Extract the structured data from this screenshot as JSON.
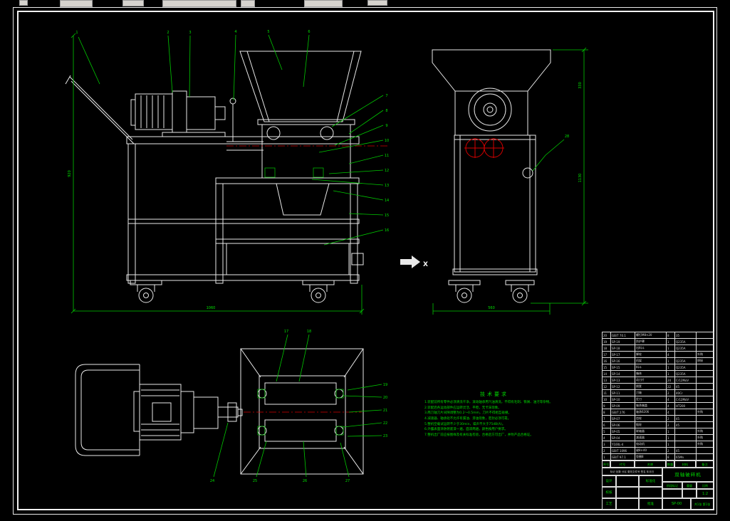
{
  "colors": {
    "line": "#e8e8e8",
    "dimension": "#00c800",
    "centerline": "#d40000",
    "green_text": "#00dc00",
    "background": "#000000"
  },
  "views": {
    "front": {
      "callouts_top": [
        "1",
        "2",
        "3",
        "4",
        "5",
        "6"
      ],
      "callouts_right": [
        "7",
        "8",
        "9",
        "10",
        "11",
        "12",
        "13",
        "14",
        "15",
        "16"
      ],
      "dim_bottom": "1060",
      "dim_left": "920"
    },
    "end": {
      "callout": "28",
      "section_label": "X",
      "dim_bottom": "560",
      "dim_right": "1130",
      "dim_right_upper": "330"
    },
    "plan": {
      "callouts_top": [
        "17",
        "18"
      ],
      "callouts_right": [
        "19",
        "20",
        "21",
        "22",
        "23"
      ],
      "callouts_bottom": [
        "24",
        "25",
        "26",
        "27"
      ]
    }
  },
  "tech_requirements": {
    "title": "技术要求",
    "lines": [
      "1.装配前所有零件必须清洗干净，滚动轴承用汽油清洗，不得有毛刺、铁屑、油污等杂物。",
      "2.装配后各运动部件应运转灵活、平稳，无卡滞现象。",
      "3.两刀轴刀片间隙调整为0.2～0.5mm，刀片不得相互碰撞。",
      "4.减速器、轴承处不允许有漏油、渗油现象，密封必须可靠。",
      "5.整机空载试运转不少于30min，噪声不大于75dB(A)。",
      "6.外露表面涂防锈底漆一遍，面漆两遍，颜色按用户要求。",
      "7.整机出厂前应按图样及有关标准检验，合格后方可出厂，并附产品合格证。"
    ]
  },
  "title_block": {
    "bom_header": [
      "序号",
      "代号",
      "名称",
      "数量",
      "材料",
      "备注"
    ],
    "bom_rows": [
      {
        "seq": "20",
        "code": "GB/T 70.1",
        "name": "螺钉M8×20",
        "qty": "8",
        "mat": "35",
        "note": ""
      },
      {
        "seq": "19",
        "code": "SP-19",
        "name": "防护罩",
        "qty": "1",
        "mat": "Q235A",
        "note": ""
      },
      {
        "seq": "18",
        "code": "SP-18",
        "name": "出料斗",
        "qty": "1",
        "mat": "Q235A",
        "note": ""
      },
      {
        "seq": "17",
        "code": "SP-17",
        "name": "脚轮",
        "qty": "4",
        "mat": "",
        "note": "外购"
      },
      {
        "seq": "16",
        "code": "SP-16",
        "name": "机架",
        "qty": "1",
        "mat": "Q235A",
        "note": "焊接"
      },
      {
        "seq": "15",
        "code": "SP-15",
        "name": "料斗",
        "qty": "1",
        "mat": "Q235A",
        "note": ""
      },
      {
        "seq": "14",
        "code": "SP-14",
        "name": "箱体",
        "qty": "1",
        "mat": "Q235A",
        "note": ""
      },
      {
        "seq": "13",
        "code": "SP-13",
        "name": "动刀片",
        "qty": "24",
        "mat": "Cr12MoV",
        "note": ""
      },
      {
        "seq": "12",
        "code": "SP-12",
        "name": "隔套",
        "qty": "22",
        "mat": "45",
        "note": ""
      },
      {
        "seq": "11",
        "code": "SP-11",
        "name": "刀轴",
        "qty": "2",
        "mat": "40Cr",
        "note": ""
      },
      {
        "seq": "10",
        "code": "SP-10",
        "name": "定刀",
        "qty": "4",
        "mat": "Cr12MoV",
        "note": ""
      },
      {
        "seq": "9",
        "code": "SP-09",
        "name": "轴承端盖",
        "qty": "4",
        "mat": "HT200",
        "note": ""
      },
      {
        "seq": "8",
        "code": "GB/T 276",
        "name": "轴承6206",
        "qty": "4",
        "mat": "",
        "note": "外购"
      },
      {
        "seq": "7",
        "code": "SP-07",
        "name": "齿轮",
        "qty": "2",
        "mat": "45",
        "note": ""
      },
      {
        "seq": "6",
        "code": "SP-06",
        "name": "链轮",
        "qty": "2",
        "mat": "45",
        "note": ""
      },
      {
        "seq": "5",
        "code": "SP-05",
        "name": "联轴器",
        "qty": "1",
        "mat": "",
        "note": "外购"
      },
      {
        "seq": "4",
        "code": "SP-04",
        "name": "减速器",
        "qty": "1",
        "mat": "",
        "note": "外购"
      },
      {
        "seq": "3",
        "code": "Y100L-4",
        "name": "电动机",
        "qty": "1",
        "mat": "",
        "note": "外购"
      },
      {
        "seq": "2",
        "code": "GB/T 1096",
        "name": "键8×40",
        "qty": "2",
        "mat": "45",
        "note": ""
      },
      {
        "seq": "1",
        "code": "GB/T 97.1",
        "name": "垫圈8",
        "qty": "8",
        "mat": "65Mn",
        "note": ""
      }
    ],
    "fields": {
      "revision_header": "标记 处数 分区 更改文件号 签名 年月日",
      "design_label": "设计",
      "check_label": "校核",
      "process_label": "工艺",
      "approve_label": "批准",
      "standard_label": "标准化",
      "stage_label": "阶段标记",
      "weight_label": "重量",
      "scale_label": "比例",
      "scale_value": "1:2",
      "product_name": "双轴破碎机",
      "drawing_no": "SP-00",
      "sheet_info": "共1张 第1张"
    }
  }
}
